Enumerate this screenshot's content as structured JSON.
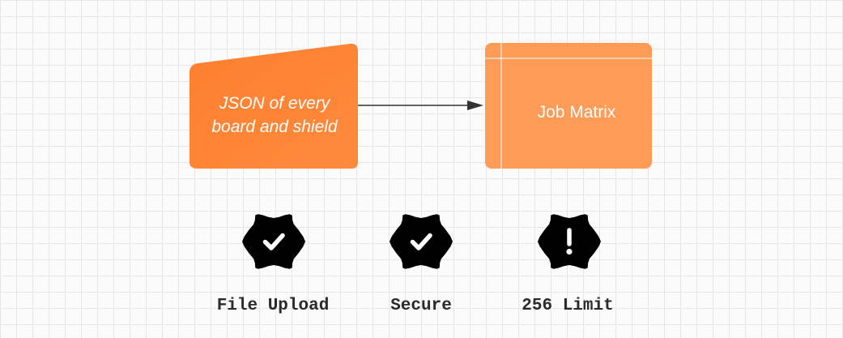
{
  "diagram": {
    "source_node": {
      "label_line1": "JSON of every",
      "label_line2": "board and shield",
      "fill": "#fe8636"
    },
    "target_node": {
      "label": "Job Matrix",
      "fill": "#fe9b56"
    },
    "connector": {
      "color": "#333333"
    }
  },
  "badges": [
    {
      "icon": "verified-check-icon",
      "label": "File Upload"
    },
    {
      "icon": "verified-check-icon",
      "label": "Secure"
    },
    {
      "icon": "warning-exclamation-icon",
      "label": "256 Limit"
    }
  ],
  "colors": {
    "badge_fill": "#000000",
    "label_text": "#2a2a2a",
    "grid_line": "#e6e6e6",
    "background": "#fbfbfb"
  }
}
